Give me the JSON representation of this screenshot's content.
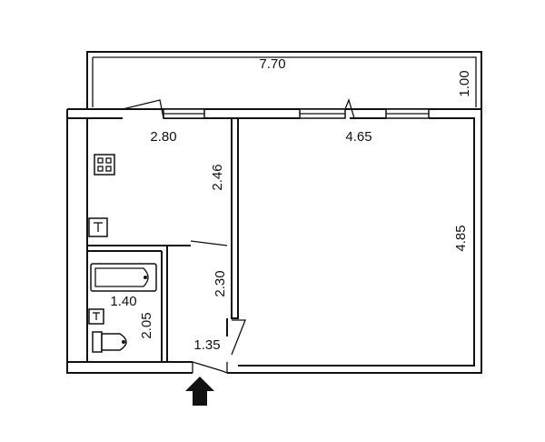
{
  "plan": {
    "dimensions": {
      "balcony_length": "7.70",
      "balcony_width": "1.00",
      "kitchen_width": "2.80",
      "kitchen_depth": "2.46",
      "room_width": "4.65",
      "room_depth": "4.85",
      "hall_depth": "2.30",
      "hall_width": "1.35",
      "bath_width": "1.40",
      "bath_depth": "2.05"
    },
    "icons": {
      "stove": "stove-icon",
      "sink": "sink-icon",
      "bathtub": "bathtub-icon",
      "toilet": "toilet-icon",
      "entrance": "entrance-arrow-icon"
    }
  }
}
